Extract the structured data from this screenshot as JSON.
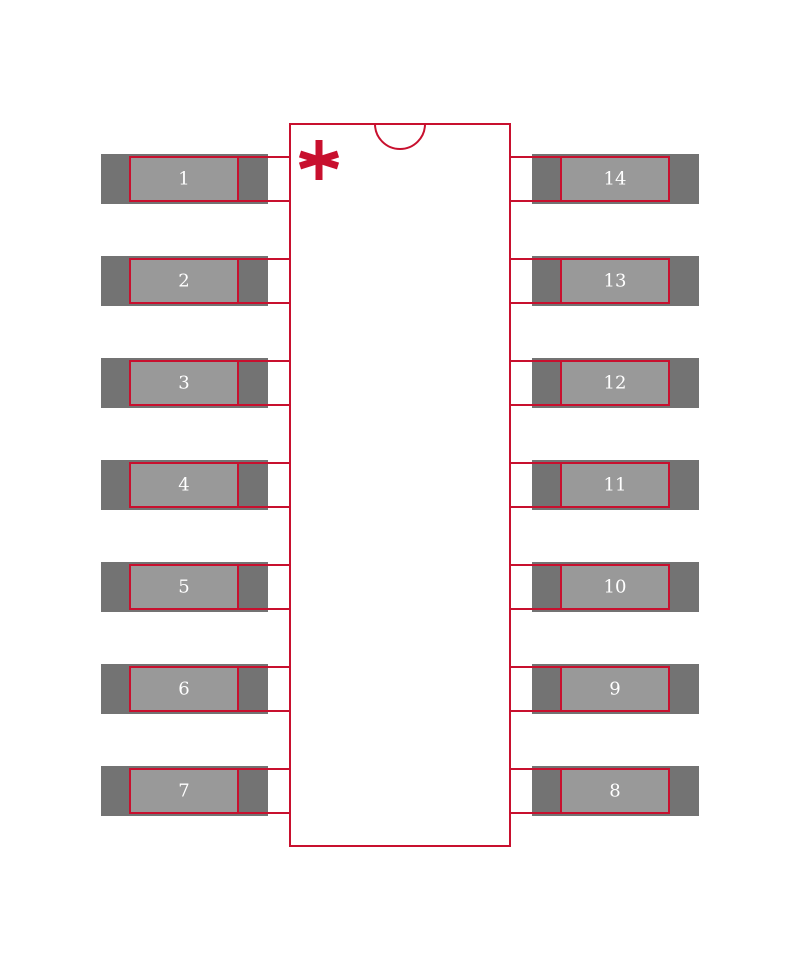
{
  "diagram": {
    "colors": {
      "outline": "#c8102e",
      "pad_dark": "#737373",
      "pad_light": "#999999",
      "label": "#ffffff",
      "background": "#ffffff"
    },
    "pin1_marker": "*",
    "notch": "pin-1-orientation-notch",
    "pins_left": [
      {
        "label": "1"
      },
      {
        "label": "2"
      },
      {
        "label": "3"
      },
      {
        "label": "4"
      },
      {
        "label": "5"
      },
      {
        "label": "6"
      },
      {
        "label": "7"
      }
    ],
    "pins_right": [
      {
        "label": "14"
      },
      {
        "label": "13"
      },
      {
        "label": "12"
      },
      {
        "label": "11"
      },
      {
        "label": "10"
      },
      {
        "label": "9"
      },
      {
        "label": "8"
      }
    ]
  }
}
